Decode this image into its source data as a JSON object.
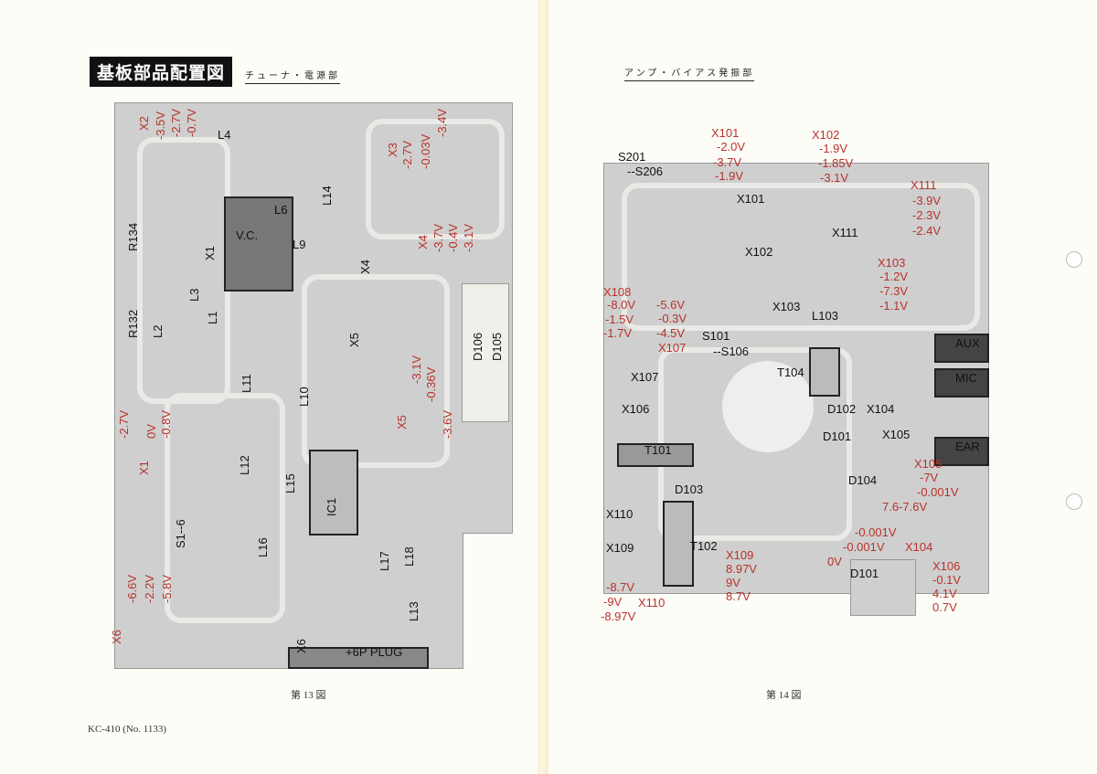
{
  "left": {
    "title": "基板部品配置図",
    "subtitle": "チューナ・電源部",
    "figure": "第 13 図",
    "footer": "KC-410 (No. 1133)",
    "black": [
      "L4",
      "L6",
      "V.C.",
      "L9",
      "L14",
      "R134",
      "R132",
      "L2",
      "L1",
      "L3",
      "L10",
      "L11",
      "L12",
      "L15",
      "IC1",
      "L16",
      "L17",
      "L18",
      "L13",
      "S1--6",
      "+6P PLUG",
      "D106",
      "D105",
      "X1",
      "X4",
      "X5",
      "X6"
    ],
    "red": [
      "X2",
      "-3.5V",
      "-2.7V",
      "-0.7V",
      "X3",
      "-2.7V",
      "-0.03V",
      "-3.4V",
      "X4",
      "-3.7V",
      "-0.4V",
      "-3.1V",
      "X5",
      "-3.1V",
      "-0.36V",
      "-3.6V",
      "X1",
      "0V",
      "-0.8V",
      "-2.7V",
      "X6",
      "-6.6V",
      "-2.2V",
      "-5.8V"
    ]
  },
  "right": {
    "subtitle": "アンプ・バイアス発振部",
    "figure": "第 14 図",
    "black": [
      "S201",
      "--S206",
      "X101",
      "X102",
      "X111",
      "X103",
      "L103",
      "S101",
      "--S106",
      "X107",
      "X106",
      "T104",
      "T101",
      "T102",
      "D102",
      "D101",
      "D103",
      "D104",
      "X104",
      "X105",
      "X110",
      "X109",
      "AUX",
      "MIC",
      "EAR",
      "D101"
    ],
    "red": [
      "X101",
      "-2.0V",
      "-3.7V",
      "-1.9V",
      "X102",
      "-1.9V",
      "-1.85V",
      "-3.1V",
      "X111",
      "-3.9V",
      "-2.3V",
      "-2.4V",
      "X103",
      "-1.2V",
      "-7.3V",
      "-1.1V",
      "X108",
      "-8.0V",
      "-1.5V",
      "-1.7V",
      "-5.6V",
      "-0.3V",
      "-4.5V",
      "X107",
      "X105",
      "-7V",
      "-0.001V",
      "7.6-7.6V",
      "-0.001V",
      "-0.001V",
      "0V",
      "X104",
      "X109",
      "8.97V",
      "9V",
      "8.7V",
      "-8.7V",
      "-9V",
      "-8.97V",
      "X110",
      "X106",
      "-0.1V",
      "4.1V",
      "0.7V"
    ]
  },
  "colors": {
    "annotation": "#b8322a",
    "board": "#cfcfcf"
  }
}
